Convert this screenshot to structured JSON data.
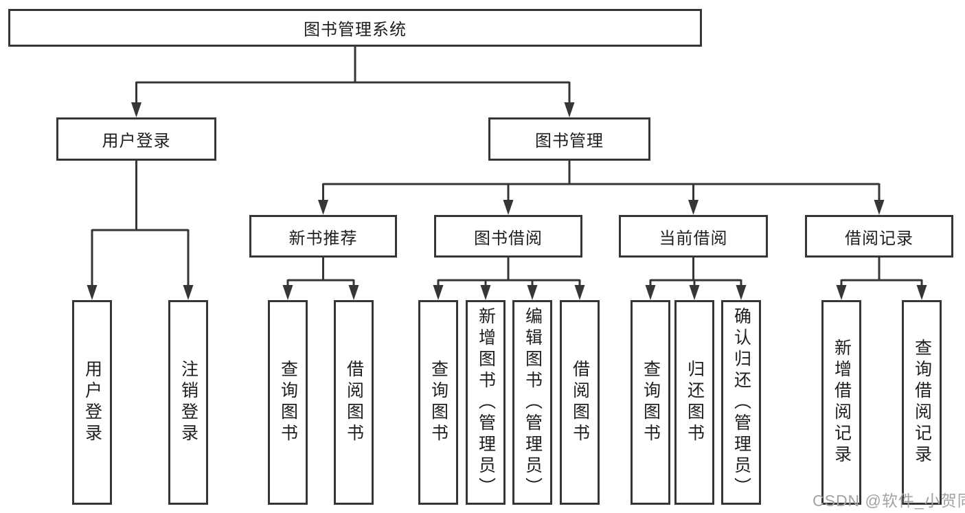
{
  "diagram": {
    "root": {
      "label": "图书管理系统"
    },
    "branches": [
      {
        "label": "用户登录",
        "children": [
          {
            "label": "用户登录"
          },
          {
            "label": "注销登录"
          }
        ]
      },
      {
        "label": "图书管理",
        "children": [
          {
            "label": "新书推荐",
            "children": [
              {
                "label": "查询图书"
              },
              {
                "label": "借阅图书"
              }
            ]
          },
          {
            "label": "图书借阅",
            "children": [
              {
                "label": "查询图书"
              },
              {
                "label": "新增图书（管理员）"
              },
              {
                "label": "编辑图书（管理员）"
              },
              {
                "label": "借阅图书"
              }
            ]
          },
          {
            "label": "当前借阅",
            "children": [
              {
                "label": "查询图书"
              },
              {
                "label": "归还图书"
              },
              {
                "label": "确认归还（管理员）"
              }
            ]
          },
          {
            "label": "借阅记录",
            "children": [
              {
                "label": "新增借阅记录"
              },
              {
                "label": "查询借阅记录"
              }
            ]
          }
        ]
      }
    ]
  },
  "watermark": {
    "text": "CSDN @软件_小贺同学"
  },
  "colors": {
    "line": "#363636",
    "text": "#1e1e1e",
    "watermark": "#a3a3a3",
    "background": "#ffffff"
  }
}
